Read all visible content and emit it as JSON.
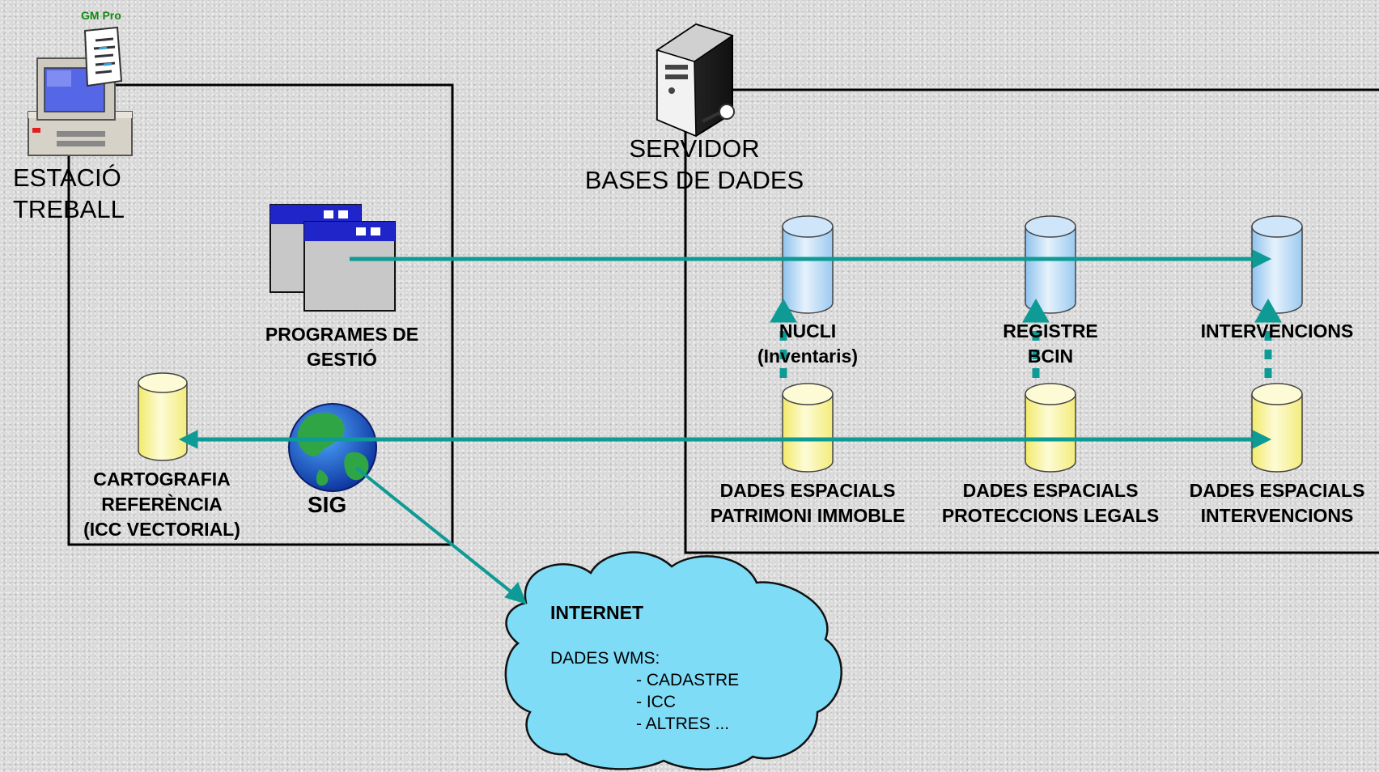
{
  "workstation": {
    "badge": "GM Pro",
    "title_line1": "ESTACIÓ",
    "title_line2": "TREBALL"
  },
  "server": {
    "title_line1": "SERVIDOR",
    "title_line2": "BASES DE DADES"
  },
  "apps": {
    "programs_line1": "PROGRAMES DE",
    "programs_line2": "GESTIÓ",
    "gis": "SIG",
    "cartography_line1": "CARTOGRAFIA",
    "cartography_line2": "REFERÈNCIA",
    "cartography_line3": "(ICC VECTORIAL)"
  },
  "databases": {
    "nucli_line1": "NUCLI",
    "nucli_line2": "(Inventaris)",
    "registre_line1": "REGISTRE",
    "registre_line2": "BCIN",
    "intervencions": "INTERVENCIONS",
    "spatial1_line1": "DADES ESPACIALS",
    "spatial1_line2": "PATRIMONI IMMOBLE",
    "spatial2_line1": "DADES ESPACIALS",
    "spatial2_line2": "PROTECCIONS LEGALS",
    "spatial3_line1": "DADES ESPACIALS",
    "spatial3_line2": "INTERVENCIONS"
  },
  "internet": {
    "title": "INTERNET",
    "subtitle": "DADES WMS:",
    "item1": "- CADASTRE",
    "item2": "- ICC",
    "item3": "- ALTRES  ..."
  },
  "colors": {
    "connector": "#0e9a95",
    "blue_cylinder": "#bcdcf7",
    "yellow_cylinder": "#fbf6a4",
    "cloud": "#7fdcf7"
  }
}
